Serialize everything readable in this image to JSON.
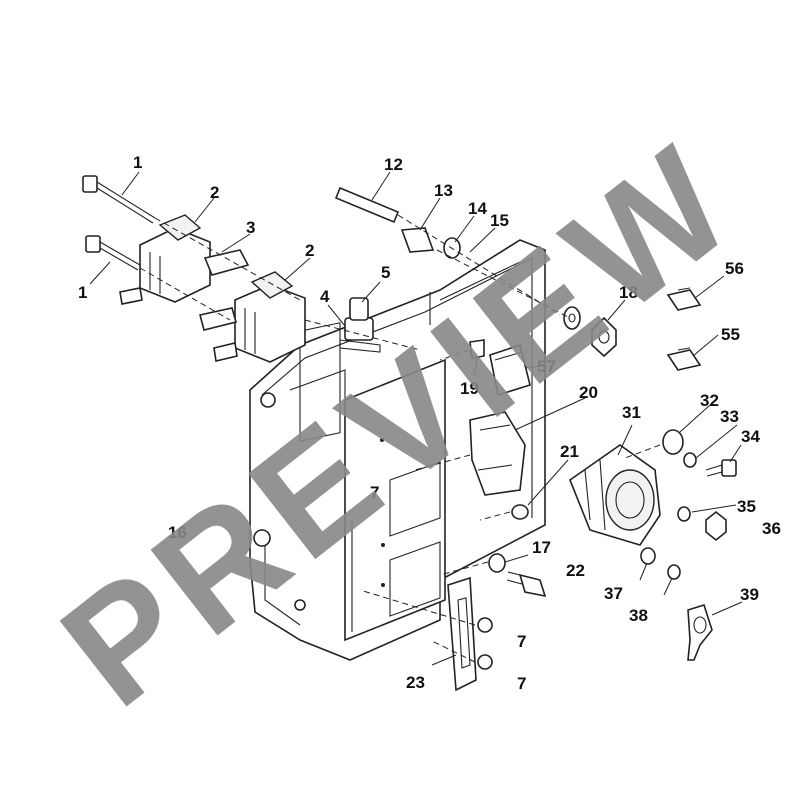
{
  "diagram": {
    "watermark": "PREVIEW",
    "callouts": [
      {
        "id": "c1a",
        "text": "1"
      },
      {
        "id": "c1b",
        "text": "1"
      },
      {
        "id": "c2a",
        "text": "2"
      },
      {
        "id": "c2b",
        "text": "2"
      },
      {
        "id": "c3",
        "text": "3"
      },
      {
        "id": "c4",
        "text": "4"
      },
      {
        "id": "c5",
        "text": "5"
      },
      {
        "id": "c7a",
        "text": "7"
      },
      {
        "id": "c7b",
        "text": "7"
      },
      {
        "id": "c7c",
        "text": "7"
      },
      {
        "id": "c12",
        "text": "12"
      },
      {
        "id": "c13",
        "text": "13"
      },
      {
        "id": "c14",
        "text": "14"
      },
      {
        "id": "c15",
        "text": "15"
      },
      {
        "id": "c16",
        "text": "16"
      },
      {
        "id": "c17",
        "text": "17"
      },
      {
        "id": "c18",
        "text": "18"
      },
      {
        "id": "c19",
        "text": "19"
      },
      {
        "id": "c20",
        "text": "20"
      },
      {
        "id": "c21",
        "text": "21"
      },
      {
        "id": "c22",
        "text": "22"
      },
      {
        "id": "c23",
        "text": "23"
      },
      {
        "id": "c31",
        "text": "31"
      },
      {
        "id": "c32",
        "text": "32"
      },
      {
        "id": "c33",
        "text": "33"
      },
      {
        "id": "c34",
        "text": "34"
      },
      {
        "id": "c35",
        "text": "35"
      },
      {
        "id": "c36",
        "text": "36"
      },
      {
        "id": "c37",
        "text": "37"
      },
      {
        "id": "c38",
        "text": "38"
      },
      {
        "id": "c39",
        "text": "39"
      },
      {
        "id": "c55",
        "text": "55"
      },
      {
        "id": "c56",
        "text": "56"
      },
      {
        "id": "c57",
        "text": "57"
      }
    ]
  }
}
